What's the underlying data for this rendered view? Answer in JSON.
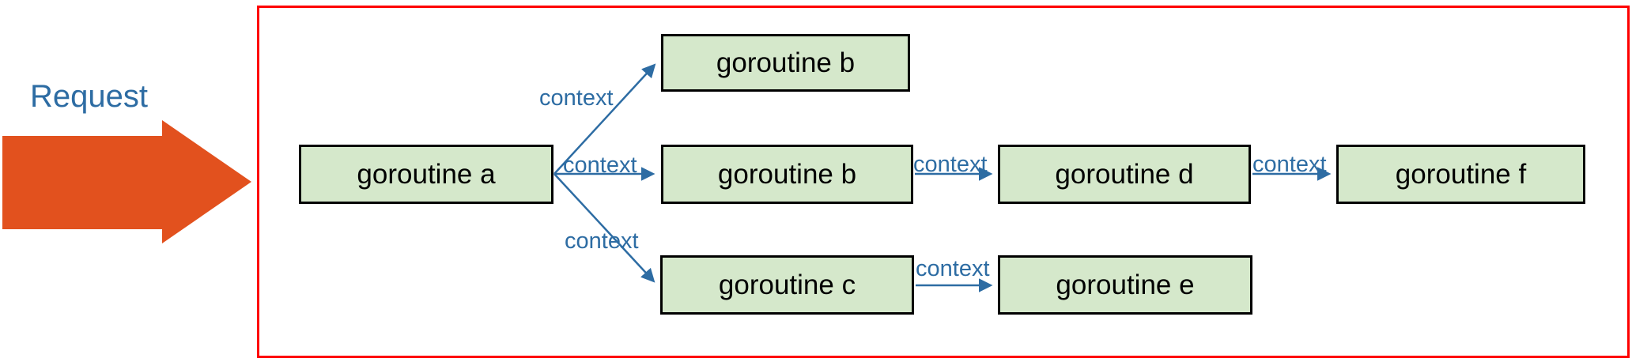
{
  "request": {
    "label": "Request"
  },
  "diagram": {
    "nodes": [
      {
        "id": "a",
        "label": "goroutine a"
      },
      {
        "id": "b1",
        "label": "goroutine b"
      },
      {
        "id": "b2",
        "label": "goroutine b"
      },
      {
        "id": "c",
        "label": "goroutine c"
      },
      {
        "id": "d",
        "label": "goroutine d"
      },
      {
        "id": "e",
        "label": "goroutine e"
      },
      {
        "id": "f",
        "label": "goroutine f"
      }
    ],
    "edges": [
      {
        "from": "a",
        "to": "b1",
        "label": "context"
      },
      {
        "from": "a",
        "to": "b2",
        "label": "context"
      },
      {
        "from": "a",
        "to": "c",
        "label": "context"
      },
      {
        "from": "b2",
        "to": "d",
        "label": "context"
      },
      {
        "from": "d",
        "to": "f",
        "label": "context"
      },
      {
        "from": "c",
        "to": "e",
        "label": "context"
      }
    ]
  },
  "colors": {
    "boundary_red": "#fe0000",
    "node_fill_green": "#d5e8cb",
    "node_border": "#000000",
    "context_blue": "#2d6ca3",
    "request_orange": "#e2511e"
  }
}
